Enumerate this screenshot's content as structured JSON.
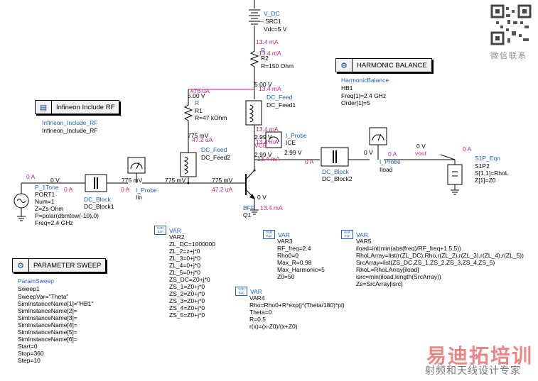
{
  "blocks": {
    "hb": {
      "label": "HARMONIC BALANCE",
      "name": "HarmonicBalance",
      "inst": "HB1",
      "params": [
        "Freq[1]=2.4 GHz",
        "Order[1]=5"
      ]
    },
    "ps": {
      "label": "PARAMETER SWEEP",
      "name": "ParamSweep",
      "inst": "Sweep1",
      "params": [
        "SweepVar=\"Theta\"",
        "SimInstanceName[1]=\"HB1\"",
        "SimInstanceName[2]=",
        "SimInstanceName[3]=",
        "SimInstanceName[4]=",
        "SimInstanceName[5]=",
        "SimInstanceName[6]=",
        "Start=0",
        "Stop=360",
        "Step=10"
      ]
    },
    "inc": {
      "label": "Infineon Include RF",
      "name": "Infineon_Include_RF",
      "inst": "Infineon_Include_RF"
    }
  },
  "vars": {
    "var2": {
      "icon": "VAR Eqn",
      "type": "VAR",
      "name": "VAR2",
      "lines": [
        "ZL_DC=1000000",
        "ZL_2=z+j*0",
        "ZL_3=0+j*0",
        "ZL_4=0+j*0",
        "ZL_5=0+j*0",
        "ZS_DC=Z0+j*0",
        "ZS_1=Z0+j*0",
        "ZS_2=Z0+j*0",
        "ZS_3=Z0+j*0",
        "ZS_4=Z0+j*0",
        "ZS_5=Z0+j*0"
      ]
    },
    "var3": {
      "icon": "VAR Eqn",
      "type": "VAR",
      "name": "VAR3",
      "lines": [
        "RF_freq=2.4",
        "Rho0=0",
        "Max_R=0.98",
        "Max_Harmonic=5",
        "Z0=50"
      ]
    },
    "var4": {
      "icon": "VAR Eqn",
      "type": "VAR",
      "name": "VAR4",
      "lines": [
        "Rho=Rho0+R*exp(j*(Theta/180)*pi)",
        "Theta=0",
        "R=0.5",
        "r(x)=(x-Z0)/(x+Z0)"
      ]
    },
    "var5": {
      "icon": "VAR Eqn",
      "type": "VAR",
      "name": "VAR5",
      "lines": [
        "iload=int(min(abs(freq)/RF_freq+1.5,5))",
        "RhoLArray=list(r(ZL_DC),Rho,r(ZL_2),r(ZL_3),r(ZL_4),r(ZL_5))",
        "SrcArray=list(ZS_DC,ZS_1,ZS_2,ZS_3,ZS_4,ZS_5)",
        "RhoL=RhoLArray[iload]",
        "isrc=min(iload,length(SrcArray))",
        "Zs=SrcArray[isrc]"
      ]
    }
  },
  "components": {
    "vdc": {
      "type": "V_DC",
      "name": "SRC1",
      "param": "Vdc=5 V"
    },
    "r2": {
      "type": "R",
      "name": "R2",
      "param": "R=150 Ohm"
    },
    "r1": {
      "type": "R",
      "name": "R1",
      "param": "R=47 kOhm"
    },
    "dcfeed1": {
      "type": "DC_Feed",
      "name": "DC_Feed1"
    },
    "dcfeed2": {
      "type": "DC_Feed",
      "name": "DC_Feed2"
    },
    "dcblock1": {
      "type": "DC_Block",
      "name": "DC_Block1"
    },
    "dcblock2": {
      "type": "DC_Block",
      "name": "DC_Block2"
    },
    "iprobe_lin": {
      "type": "I_Probe",
      "name": "Iin"
    },
    "iprobe_ice": {
      "type": "I_Probe",
      "name": "ICE"
    },
    "iprobe_iload": {
      "type": "I_Probe",
      "name": "Iload"
    },
    "port": {
      "type": "P_1Tone",
      "name": "PORT1",
      "params": [
        "Num=1",
        "Z=Zs Ohm",
        "P=polar(dbmtow(-10),0)",
        "Freq=2.4 GHz"
      ]
    },
    "s1p": {
      "type": "S1P_Eqn",
      "name": "S1P2",
      "params": [
        "S[1,1]=RhoL",
        "Z[1]=Z0"
      ]
    },
    "q1": {
      "type": "BFP",
      "name": "Q1"
    }
  },
  "annotations": {
    "i_top1": "13.4 mA",
    "i_top2": "13.4 mA",
    "v_feed_top": "5.00 V",
    "i_feed_top": "13.4 mA",
    "i_r1_top": "476 uA",
    "v_r1_top": "5.00 V",
    "v_r1_bot": "775 mV",
    "i_r1_bot": "47.2 uA",
    "i_ice_a": "13.4 mA",
    "v_ice": "2.99 V",
    "i_ice_b": "13.4 mA",
    "v_col": "2.99 V",
    "i_col": "13.4 mA",
    "v_out_node": "2.99 V",
    "i_dcb2": "0 A",
    "v_iload_l": "0 V",
    "i_iload": "0 A",
    "v_vout": "0 V",
    "net_vout": "vout",
    "i_s1p": "0 A",
    "i_port": "0 A",
    "v_port": "0 V",
    "i_dcb1_l": "0 A",
    "i_dcb1_r": "0 A",
    "v_in1": "775 mV",
    "v_in2": "775 mV",
    "v_base": "775 mV",
    "i_base": "47.2 uA",
    "v_emit": "0 V",
    "i_emit": "13.4 mA",
    "lbl_vce": "VCE",
    "lbl_r_marker": "R",
    "lbl_r1_marker": "R"
  },
  "watermark": {
    "brand": "易迪拓培训",
    "tagline": "射频和天线设计专家",
    "wechat": "微信联系"
  }
}
